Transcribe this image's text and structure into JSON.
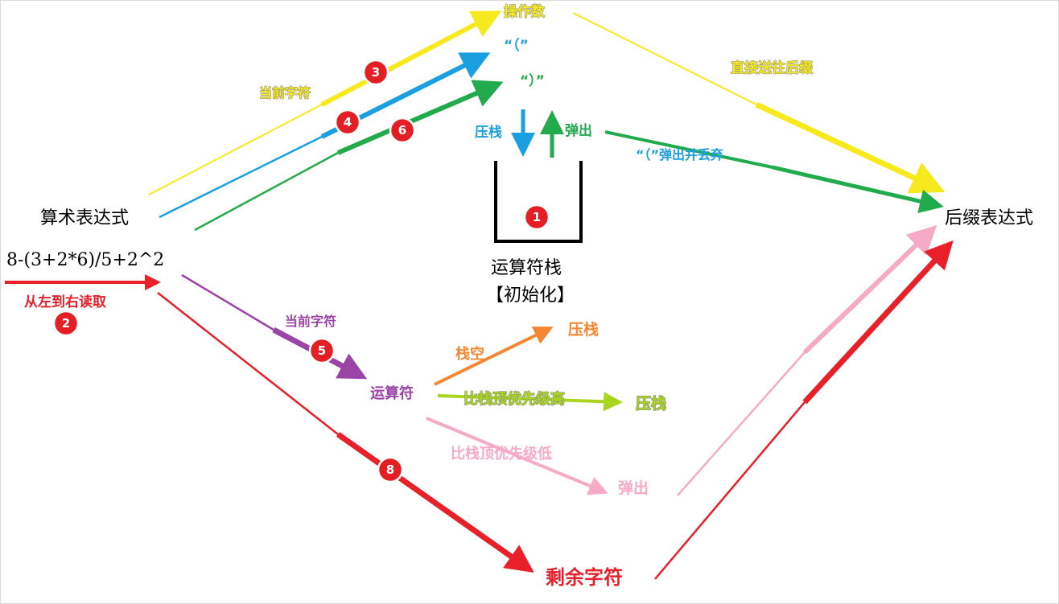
{
  "colors": {
    "yellow": "#f6ea1f",
    "blue": "#1aa0e0",
    "green": "#22ab4c",
    "purple": "#9a44a6",
    "orange": "#f58732",
    "lime": "#a9d51f",
    "pink": "#f7aac6",
    "red": "#e8202a",
    "ink": "#000000"
  },
  "left": {
    "arith_label": "算术表达式",
    "expression": "8-(3+2*6)/5+2^2",
    "read_label": "从左到右读取"
  },
  "top": {
    "operand": "操作数",
    "lparen": "“（”",
    "rparen": "“）”",
    "current_char": "当前字符",
    "direct_send": "直接送往后缀",
    "push": "压栈",
    "pop": "弹出",
    "lparen_discard": "“（”弹出并丢弃"
  },
  "stack": {
    "title": "运算符栈",
    "init": "【初始化】"
  },
  "right": {
    "postfix_label": "后缀表达式"
  },
  "middle": {
    "current_char": "当前字符",
    "operator": "运算符",
    "stack_empty": "栈空",
    "push_orange": "压栈",
    "higher": "比栈顶优先级高",
    "push_lime": "压栈",
    "lower": "比栈顶优先级低",
    "pop_pink": "弹出",
    "remaining": "剩余字符"
  },
  "steps": [
    "1",
    "2",
    "3",
    "4",
    "5",
    "6",
    "8"
  ]
}
